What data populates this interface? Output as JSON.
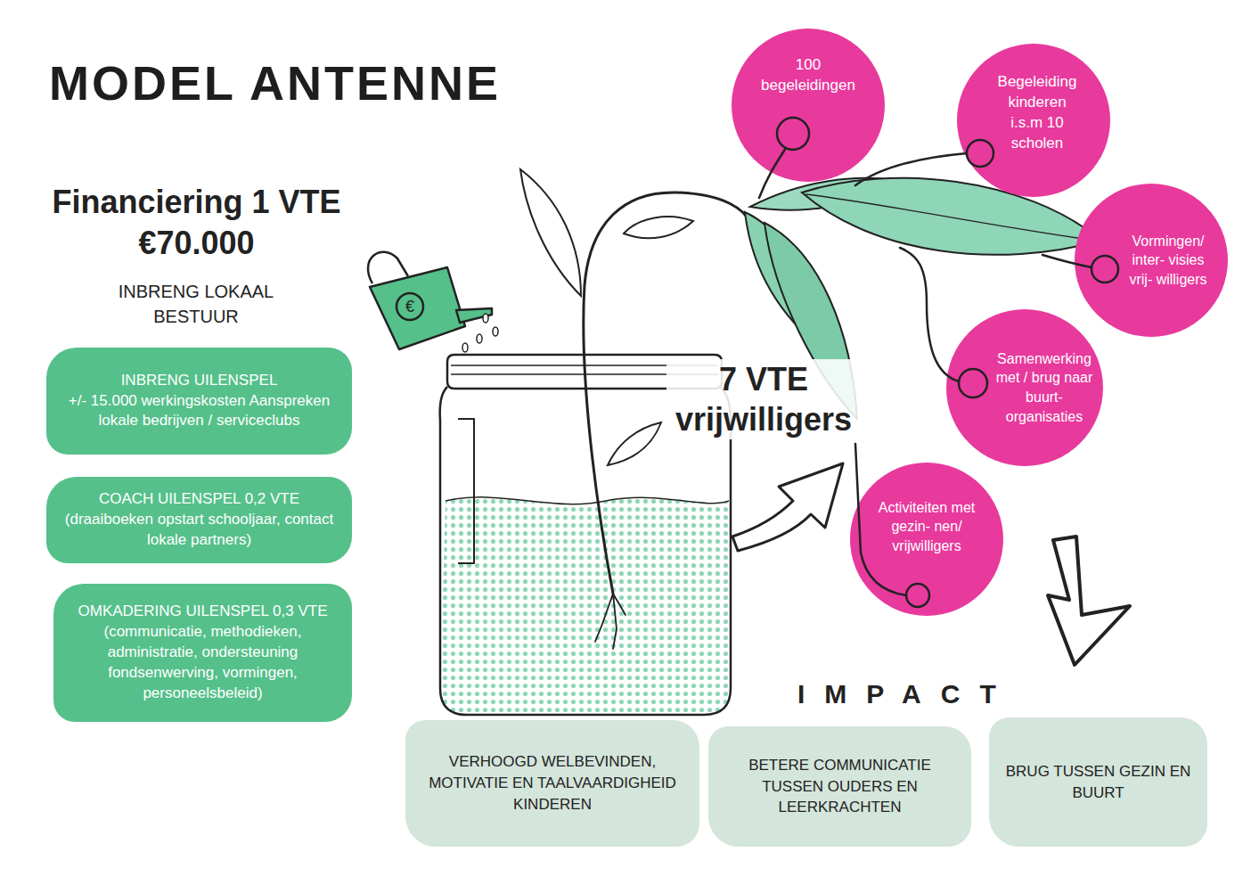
{
  "diagram": {
    "title": "MODEL ANTENNE",
    "nodes": [
      {
        "text": [
          "INBRENG UILENSPEL",
          "+/- 15.000 werkingskosten Aanspreken lokale bedrijven / serviceclubs"
        ]
      },
      {
        "text": [
          "COACH UILENSPEL 0,2 VTE",
          "(draaiboeken opstart schooljaar, contact lokale partners)"
        ]
      },
      {
        "text": [
          "OMKADERING UILENSPEL 0,3 VTE",
          "(communicatie, methodieken, administratie, ondersteuning fondsenwerving, vormingen, personeelsbeleid)"
        ]
      },
      {
        "text": [
          "100 begeleidingen"
        ]
      },
      {
        "text": [
          "Begeleiding kinderen i.s.m 10 scholen"
        ]
      },
      {
        "text": [
          "Vormingen/ inter- visies vrij- willigers"
        ]
      },
      {
        "text": [
          "Samenwerking met / brug naar buurt- organisaties"
        ]
      },
      {
        "text": [
          "Activiteiten met gezin- nen/ vrijwilligers"
        ]
      },
      {
        "text": [
          "VERHOOGD WELBEVINDEN, MOTIVATIE EN TAALVAARDIGHEID KINDEREN"
        ]
      },
      {
        "text": [
          "BETERE COMMUNICATIE TUSSEN OUDERS EN LEERKRACHTEN"
        ]
      },
      {
        "text": [
          "BRUG TUSSEN GEZIN EN BUURT"
        ]
      }
    ],
    "labels": [
      "Financiering 1 VTE €70.000",
      "INBRENG LOKAAL BESTUUR",
      "€",
      "7 VTE vrijwilligers",
      "IMPACT"
    ]
  }
}
